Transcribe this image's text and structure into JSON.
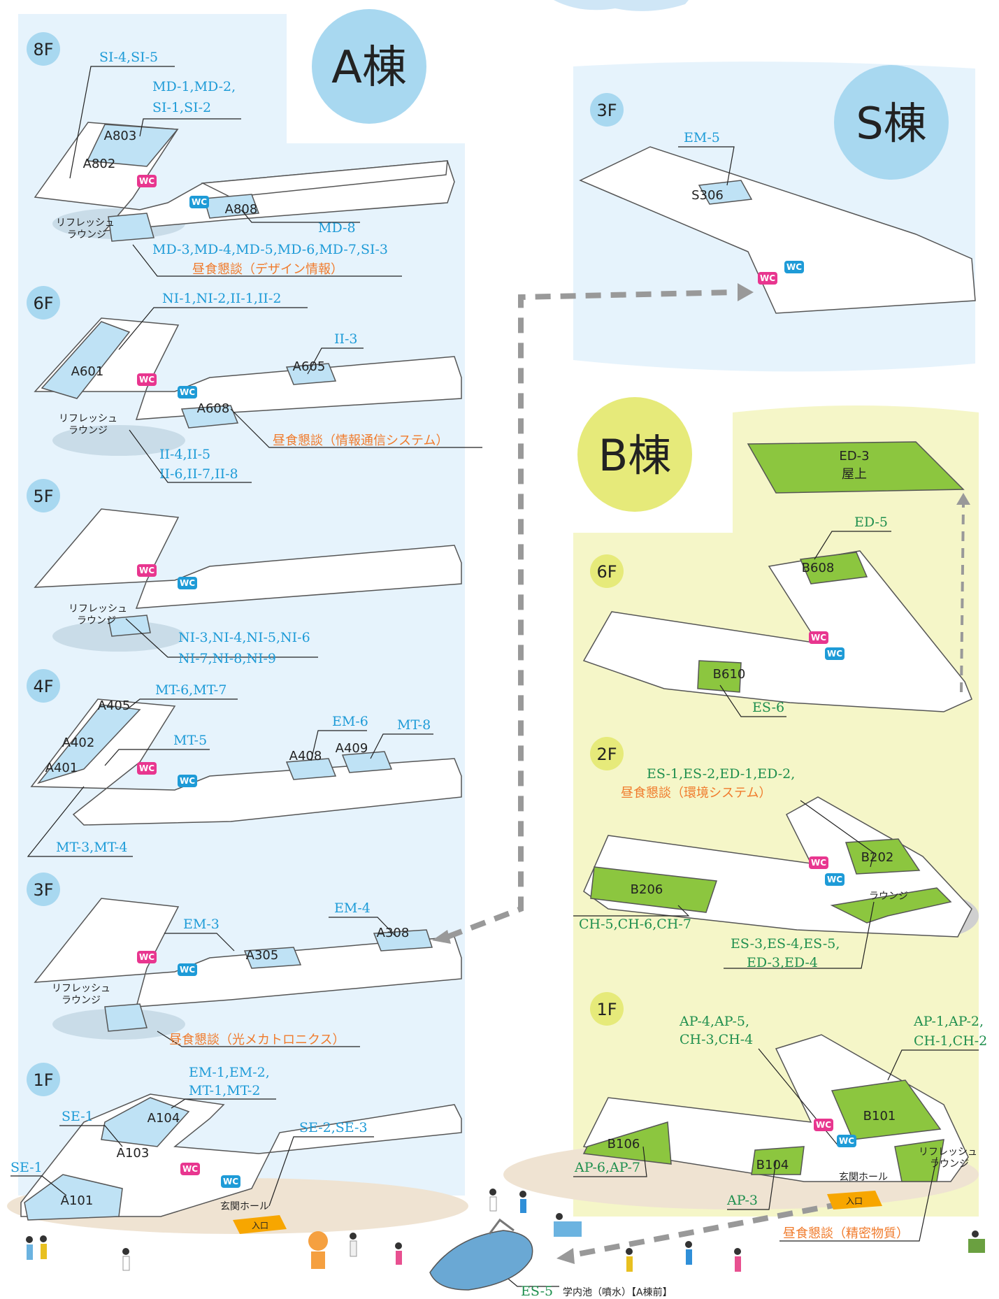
{
  "buildings": {
    "a": {
      "name": "A棟"
    },
    "s": {
      "name": "S棟"
    },
    "b": {
      "name": "B棟"
    }
  },
  "colors": {
    "a_bg": "#e6f3fc",
    "a_circle": "#a8d8f0",
    "b_bg": "#f5f6c8",
    "b_circle": "#e6ea7a",
    "room_blue": "#bfe2f5",
    "room_green": "#8cc63f",
    "wc_pink": "#e8368f",
    "wc_blue": "#1e9bd7",
    "code_blue": "#1e9bd7",
    "code_green": "#1f8f4e",
    "lunch_orange": "#f07b2c",
    "entrance": "#f7a600"
  },
  "floor_labels": {
    "a8": "8F",
    "a6": "6F",
    "a5": "5F",
    "a4": "4F",
    "a3": "3F",
    "a1": "1F",
    "s3": "3F",
    "b6": "6F",
    "b2": "2F",
    "b1": "1F"
  },
  "rooms": {
    "a803": "A803",
    "a802": "A802",
    "a808": "A808",
    "a601": "A601",
    "a605": "A605",
    "a608": "A608",
    "a405": "A405",
    "a402": "A402",
    "a401": "A401",
    "a408": "A408",
    "a409": "A409",
    "a305": "A305",
    "a308": "A308",
    "a104": "A104",
    "a103": "A103",
    "a101": "A101",
    "s306": "S306",
    "b608": "B608",
    "b610": "B610",
    "b202": "B202",
    "b206": "B206",
    "b101": "B101",
    "b106": "B106",
    "b104": "B104",
    "ed3_roof_code": "ED-3",
    "ed3_roof_label": "屋上"
  },
  "codes": {
    "a8_si45": "SI-4,SI-5",
    "a8_md12": "MD-1,MD-2,",
    "a8_si12": "SI-1,SI-2",
    "a8_md8": "MD-8",
    "a8_md3": "MD-3,MD-4,MD-5,MD-6,MD-7,SI-3",
    "a6_ni": "NI-1,NI-2,II-1,II-2",
    "a6_ii3": "II-3",
    "a6_ii45": "II-4,II-5",
    "a6_ii678": "II-6,II-7,II-8",
    "a5_ni1": "NI-3,NI-4,NI-5,NI-6",
    "a5_ni2": "NI-7,NI-8,NI-9",
    "a4_mt67": "MT-6,MT-7",
    "a4_mt5": "MT-5",
    "a4_em6": "EM-6",
    "a4_mt8": "MT-8",
    "a4_mt34": "MT-3,MT-4",
    "a3_em3": "EM-3",
    "a3_em4": "EM-4",
    "a1_em12": "EM-1,EM-2,",
    "a1_mt12": "MT-1,MT-2",
    "a1_se1a": "SE-1",
    "a1_se1b": "SE-1",
    "a1_se23": "SE-2,SE-3",
    "s_em5": "EM-5",
    "b6_ed5": "ED-5",
    "b6_es6": "ES-6",
    "b2_es": "ES-1,ES-2,ED-1,ED-2,",
    "b2_ch": "CH-5,CH-6,CH-7",
    "b2_es3a": "ES-3,ES-4,ES-5,",
    "b2_es3b": "ED-3,ED-4",
    "b1_ap45": "AP-4,AP-5,",
    "b1_ch34": "CH-3,CH-4",
    "b1_ap12": "AP-1,AP-2,",
    "b1_ch12": "CH-1,CH-2",
    "b1_ap67": "AP-6,AP-7",
    "b1_ap3": "AP-3",
    "es5": "ES-5"
  },
  "lunch": {
    "a8": "昼食懇談（デザイン情報）",
    "a6": "昼食懇談（情報通信システム）",
    "a3": "昼食懇談（光メカトロニクス）",
    "b2": "昼食懇談（環境システム）",
    "b1": "昼食懇談（精密物質）"
  },
  "places": {
    "refresh1": "リフレッシュ",
    "refresh2": "ラウンジ",
    "lounge": "ラウンジ",
    "genkan": "玄関ホール",
    "entrance": "入口",
    "wc": "WC",
    "pond": "学内池（噴水）【A棟前】"
  }
}
